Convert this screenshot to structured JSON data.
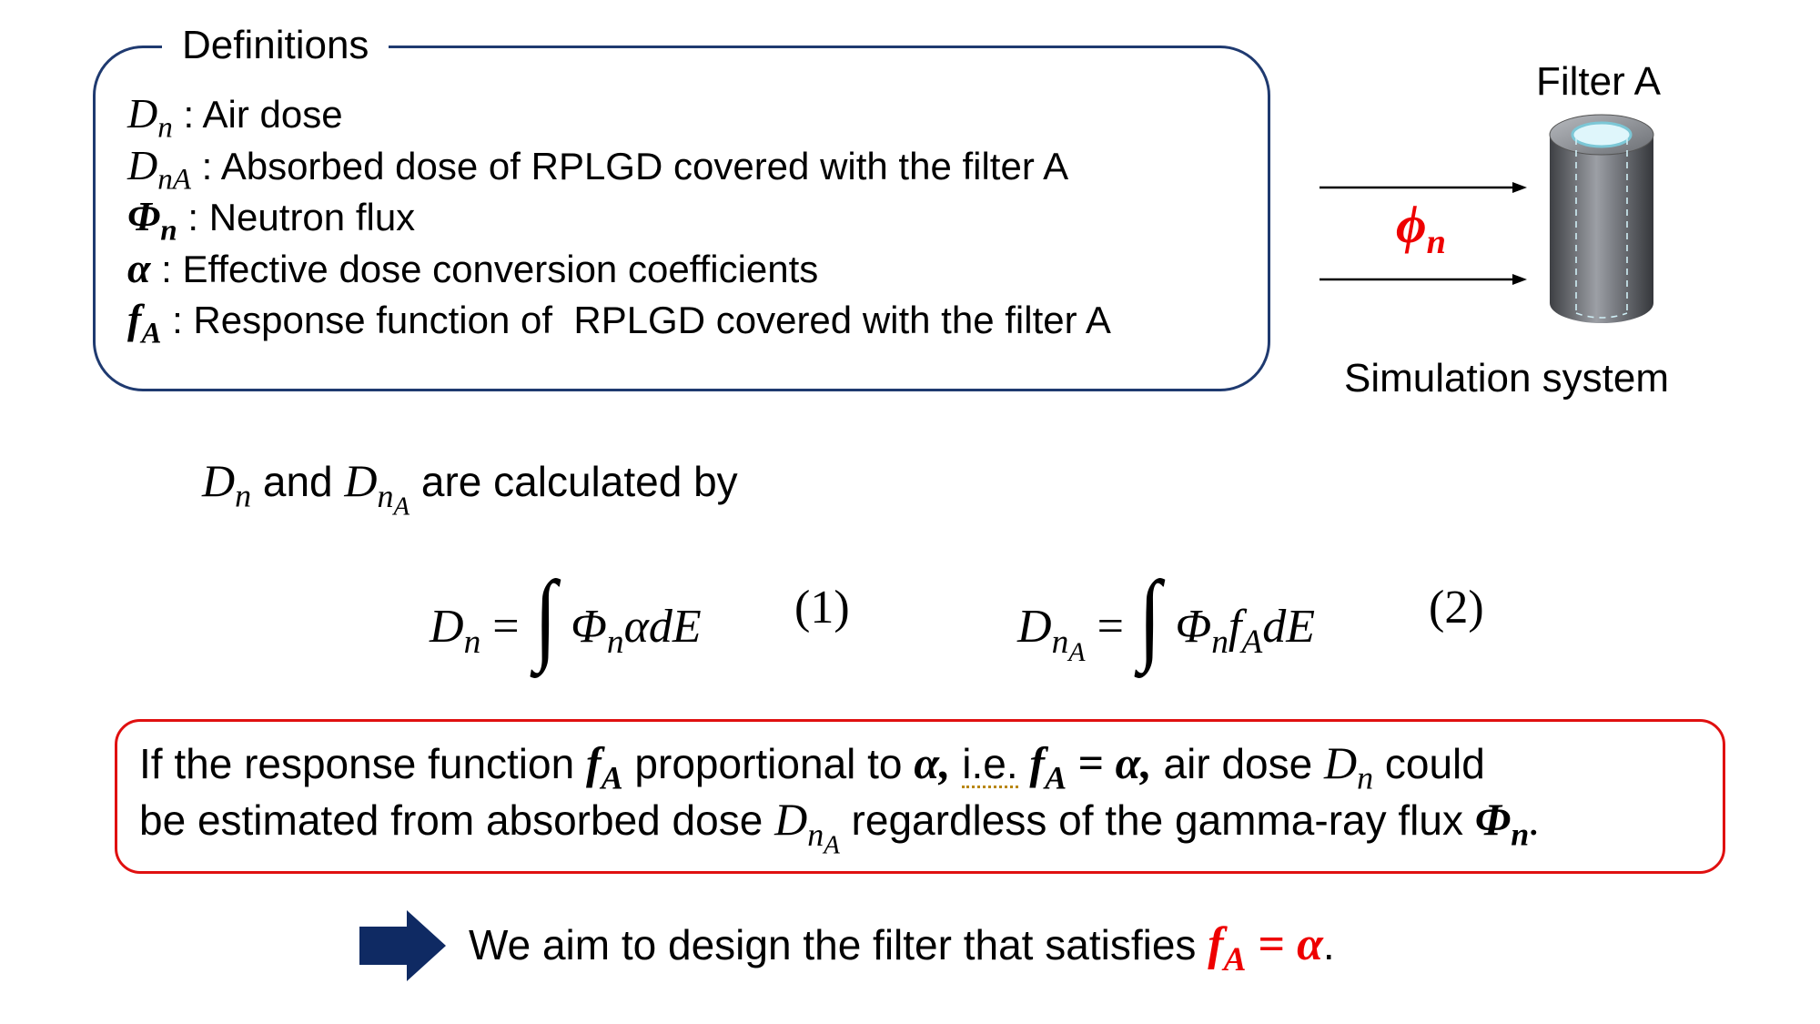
{
  "definitions": {
    "title": "Definitions",
    "items": [
      {
        "symbol": "D",
        "sub": "n",
        "sub2": "",
        "text": " : Air dose"
      },
      {
        "symbol": "D",
        "sub": "nA",
        "sub2": "",
        "text": " : Absorbed dose of RPLGD covered with the filter A"
      },
      {
        "symbol": "Φ",
        "sub": "n",
        "sub2": "",
        "text": " : Neutron flux"
      },
      {
        "symbol": "α",
        "sub": "",
        "sub2": "",
        "text": " : Effective dose conversion coefficients"
      },
      {
        "symbol": "f",
        "sub": "A",
        "sub2": "",
        "text": " : Response function of  RPLGD covered with the filter A"
      }
    ]
  },
  "figure": {
    "filter_label": "Filter A",
    "flux_symbol": "ϕ",
    "flux_sub": "n",
    "caption": "Simulation system"
  },
  "intro": {
    "d": "D",
    "n": "n",
    "and": " and ",
    "a": "A",
    "rest": " are calculated by"
  },
  "equations": {
    "eq1": {
      "lhs": "D",
      "lhs_sub": "n",
      "eq": " = ",
      "int": "∫",
      "phi": "Φ",
      "phi_sub": "n",
      "body": "αdE",
      "number": "(1)"
    },
    "eq2": {
      "lhs": "D",
      "lhs_sub": "n",
      "lhs_sub2": "A",
      "eq": " = ",
      "int": "∫",
      "phi": "Φ",
      "phi_sub": "n",
      "f": "f",
      "f_sub": "A",
      "body": "dE",
      "number": "(2)"
    }
  },
  "statement": {
    "l1_a": "If the response function ",
    "f": "f",
    "A": "A",
    "l1_b": " proportional to ",
    "alpha": "α",
    "comma": ",",
    "ie": "i.e.",
    "equals": " = ",
    "l1_c": " air dose ",
    "D": "D",
    "n": "n",
    "l1_d": " could",
    "l2_a": "be estimated from absorbed dose ",
    "l2_b": " regardless of the gamma-ray flux ",
    "phi": "Φ",
    "period": "."
  },
  "conclusion": {
    "text": "We aim to design the filter that satisfies ",
    "f": "f",
    "A": "A",
    "equals": " = ",
    "alpha": "α",
    "period": ".",
    "arrow_color": "#0f2a63"
  },
  "colors": {
    "definitions_border": "#1f3a70",
    "statement_border": "#e01010",
    "highlight": "#ee0000"
  }
}
